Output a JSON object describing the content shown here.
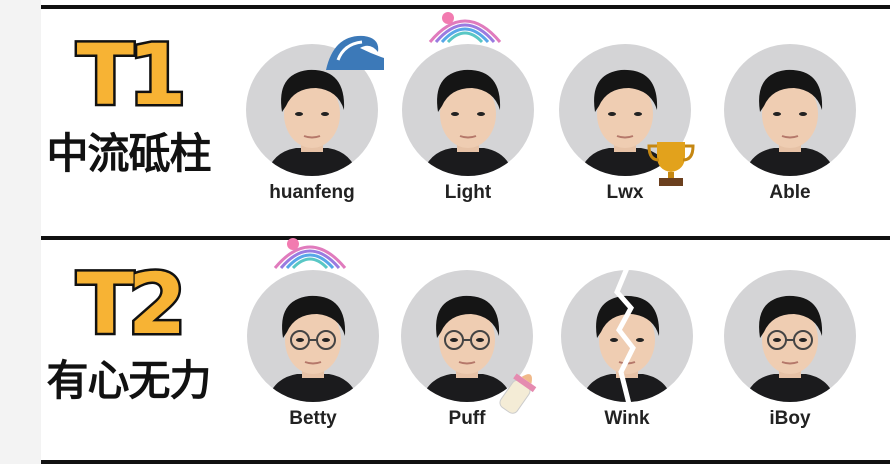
{
  "tiers": [
    {
      "code": "T1",
      "label": "中流砥柱",
      "players": [
        {
          "name": "huanfeng",
          "badge": "wave-icon"
        },
        {
          "name": "Light",
          "badge": "asian-games-logo-icon"
        },
        {
          "name": "Lwx",
          "badge": "trophy-icon"
        },
        {
          "name": "Able",
          "badge": ""
        }
      ]
    },
    {
      "code": "T2",
      "label": "有心无力",
      "players": [
        {
          "name": "Betty",
          "badge": "asian-games-logo-icon"
        },
        {
          "name": "Puff",
          "badge": "baby-bottle-icon"
        },
        {
          "name": "Wink",
          "badge": "crack-icon"
        },
        {
          "name": "iBoy",
          "badge": ""
        }
      ]
    }
  ],
  "colors": {
    "tier_fill": "#f7b334",
    "avatar_bg": "#d4d4d6",
    "rule": "#111111"
  }
}
